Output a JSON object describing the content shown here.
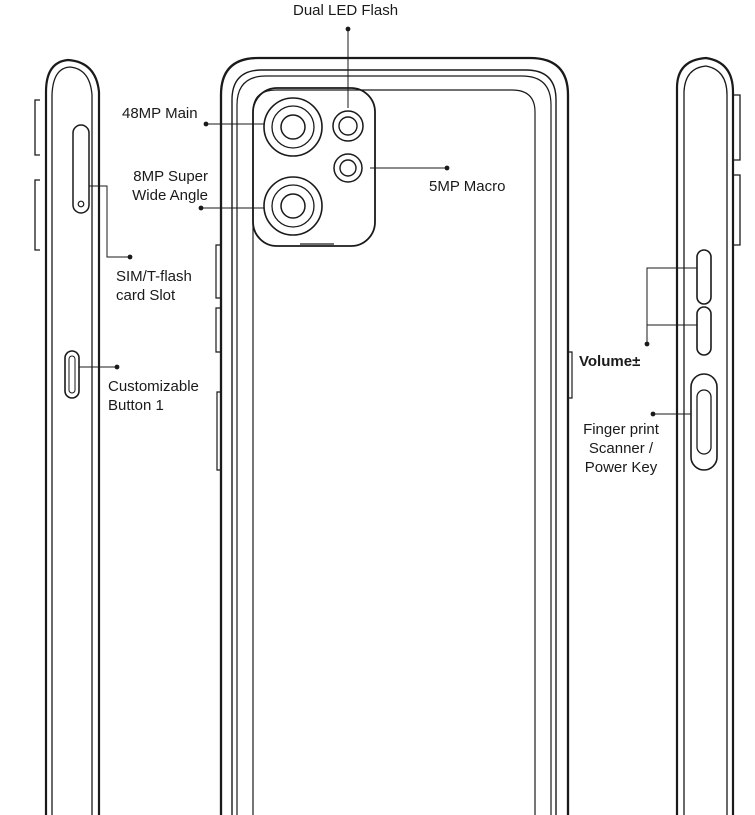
{
  "callouts": {
    "flash": "Dual LED Flash",
    "main_camera": "48MP  Main",
    "wide_line1": "8MP Super",
    "wide_line2": "Wide Angle",
    "macro": "5MP Macro",
    "sim_line1": "SIM/T-flash",
    "sim_line2": "card Slot",
    "custom_line1": "Customizable",
    "custom_line2": "Button 1",
    "volume": "Volume±",
    "finger_line1": "Finger print",
    "finger_line2": "Scanner /",
    "finger_line3": "Power Key"
  },
  "colors": {
    "ink": "#1a1a1a",
    "background": "#ffffff"
  }
}
